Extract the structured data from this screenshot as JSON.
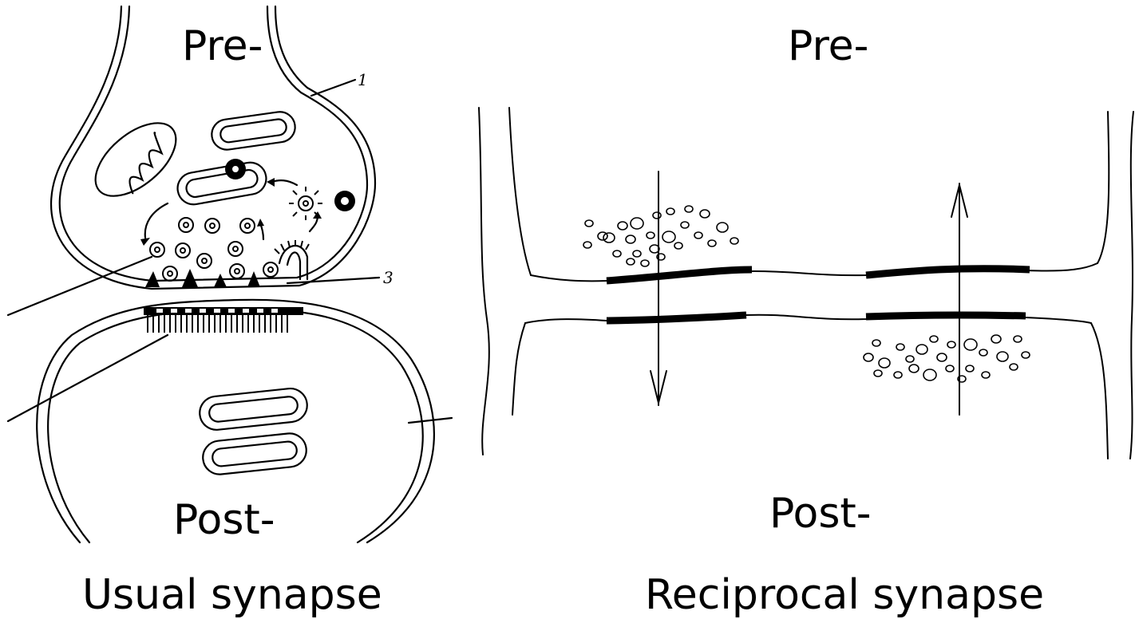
{
  "usual": {
    "pre_label": "Pre-",
    "post_label": "Post-",
    "caption": "Usual synapse",
    "callouts": [
      "1",
      "3"
    ]
  },
  "reciprocal": {
    "pre_label": "Pre-",
    "post_label": "Post-",
    "caption": "Reciprocal synapse"
  }
}
